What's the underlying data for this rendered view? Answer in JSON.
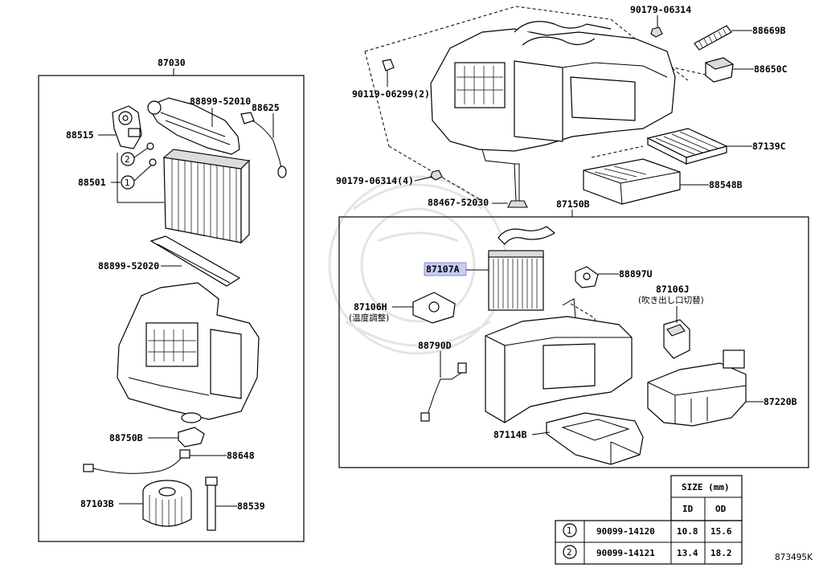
{
  "left_group": {
    "label": "87030"
  },
  "right_group": {
    "label": "87150B"
  },
  "callouts": {
    "p88515": "88515",
    "p88501": "88501",
    "p88899_52010": "88899-52010",
    "p88625": "88625",
    "p88899_52020": "88899-52020",
    "p88750B": "88750B",
    "p88648": "88648",
    "p87103B": "87103B",
    "p88539": "88539",
    "p90179_06314_top": "90179-06314",
    "p88669B": "88669B",
    "p88650C": "88650C",
    "p90119_06299": "90119-06299(2)",
    "p87139C": "87139C",
    "p90179_06314_4": "90179-06314(4)",
    "p88548B": "88548B",
    "p88467_52030": "88467-52030",
    "p87107A": "87107A",
    "p88897U": "88897U",
    "p87106J": "87106J",
    "p87106J_note": "(吹き出し口切替)",
    "p87106H": "87106H",
    "p87106H_note": "(温度調整)",
    "p88790D": "88790D",
    "p87220B": "87220B",
    "p87114B": "87114B"
  },
  "markers": {
    "one": "1",
    "two": "2"
  },
  "size_table": {
    "title": "SIZE (mm)",
    "col_id": "ID",
    "col_od": "OD",
    "rows": [
      {
        "mark": "1",
        "part": "90099-14120",
        "id": "10.8",
        "od": "15.6"
      },
      {
        "mark": "2",
        "part": "90099-14121",
        "id": "13.4",
        "od": "18.2"
      }
    ]
  },
  "footer": {
    "code": "873495K"
  },
  "colors": {
    "highlight": "#c7cdf2",
    "line": "#000000",
    "background": "#ffffff"
  }
}
